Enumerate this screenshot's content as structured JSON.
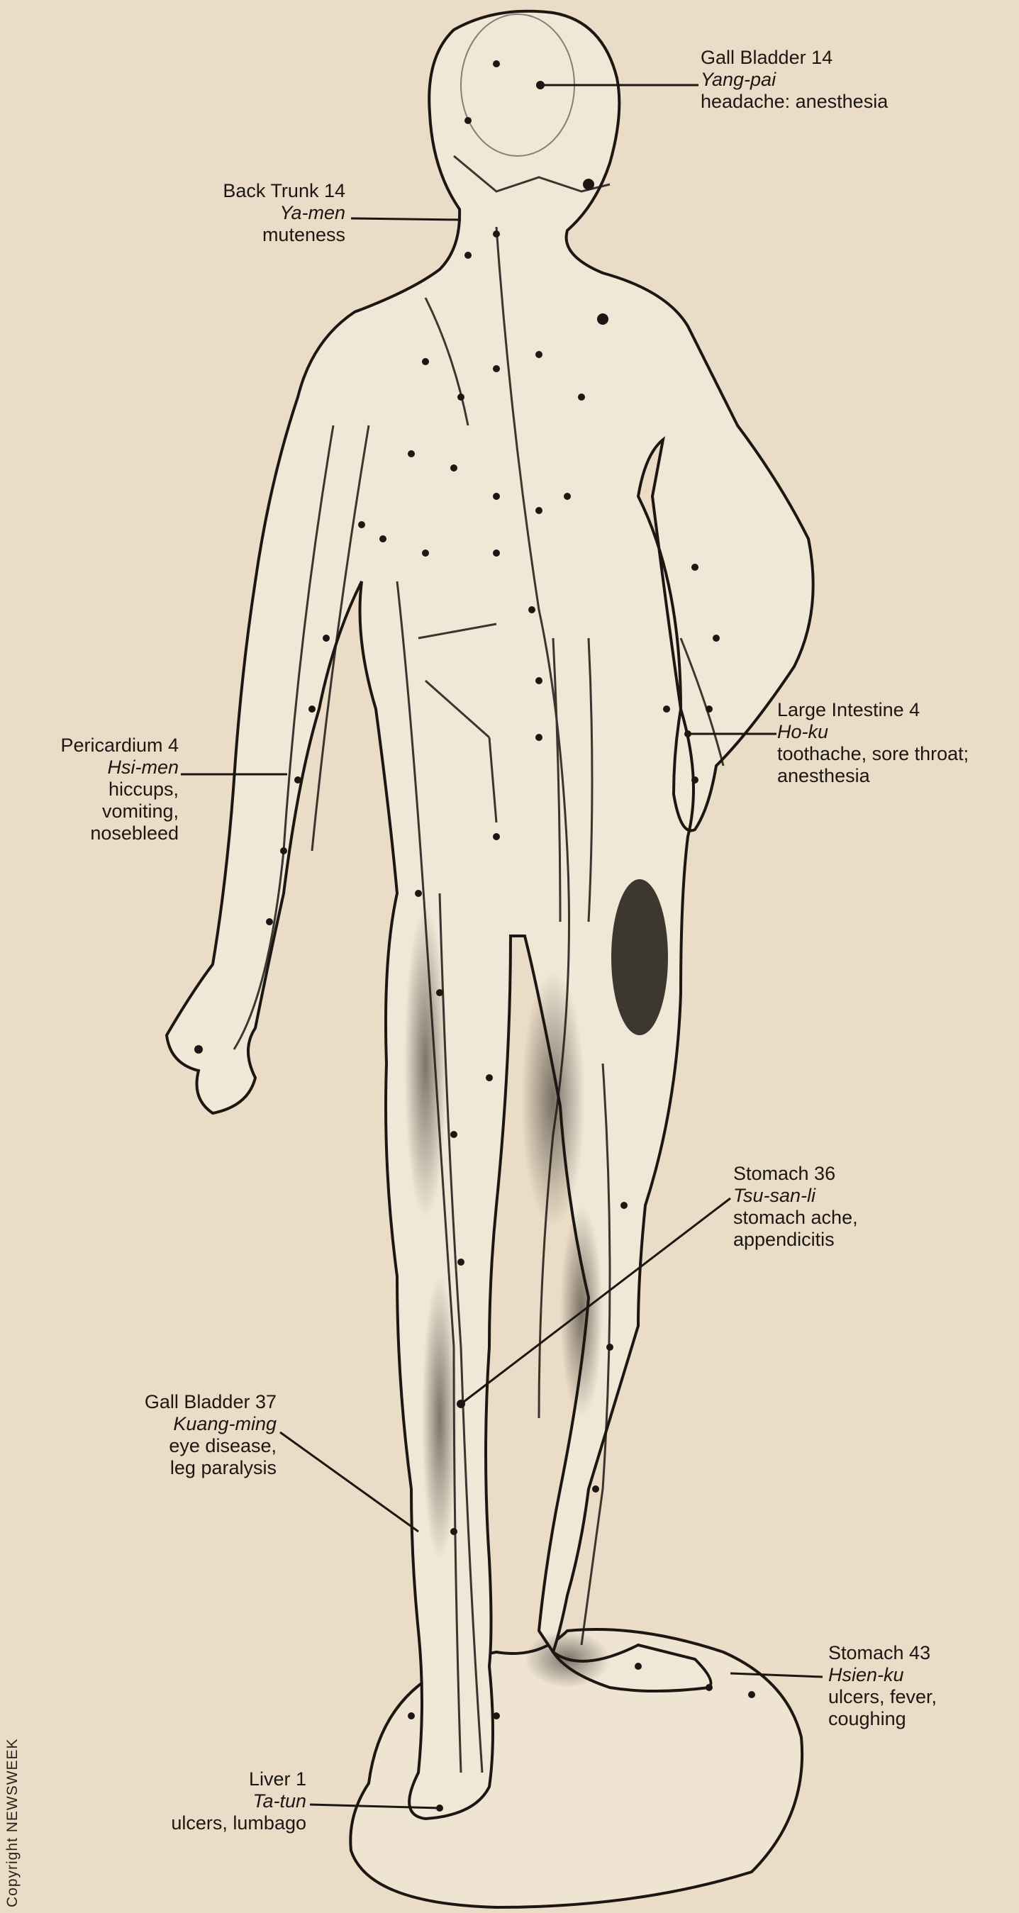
{
  "acupuncture_points": [
    {
      "id": "gall-bladder-14",
      "name": "Gall Bladder 14",
      "pinyin": "Yang-pai",
      "effects": [
        "headache: anesthesia"
      ]
    },
    {
      "id": "back-trunk-14",
      "name": "Back Trunk 14",
      "pinyin": "Ya-men",
      "effects": [
        "muteness"
      ]
    },
    {
      "id": "large-intestine-4",
      "name": "Large Intestine 4",
      "pinyin": "Ho-ku",
      "effects": [
        "toothache, sore throat;",
        "anesthesia"
      ]
    },
    {
      "id": "pericardium-4",
      "name": "Pericardium 4",
      "pinyin": "Hsi-men",
      "effects": [
        "hiccups,",
        "vomiting,",
        "nosebleed"
      ]
    },
    {
      "id": "stomach-36",
      "name": "Stomach 36",
      "pinyin": "Tsu-san-li",
      "effects": [
        "stomach ache,",
        "appendicitis"
      ]
    },
    {
      "id": "gall-bladder-37",
      "name": "Gall Bladder 37",
      "pinyin": "Kuang-ming",
      "effects": [
        "eye disease,",
        "leg paralysis"
      ]
    },
    {
      "id": "stomach-43",
      "name": "Stomach 43",
      "pinyin": "Hsien-ku",
      "effects": [
        "ulcers, fever,",
        "coughing"
      ]
    },
    {
      "id": "liver-1",
      "name": "Liver 1",
      "pinyin": "Ta-tun",
      "effects": [
        "ulcers, lumbago"
      ]
    }
  ],
  "credit": "Copyright NEWSWEEK",
  "colors": {
    "paper": "#eadcc6",
    "ink": "#1c1712",
    "figure": "#f1e7d6"
  }
}
